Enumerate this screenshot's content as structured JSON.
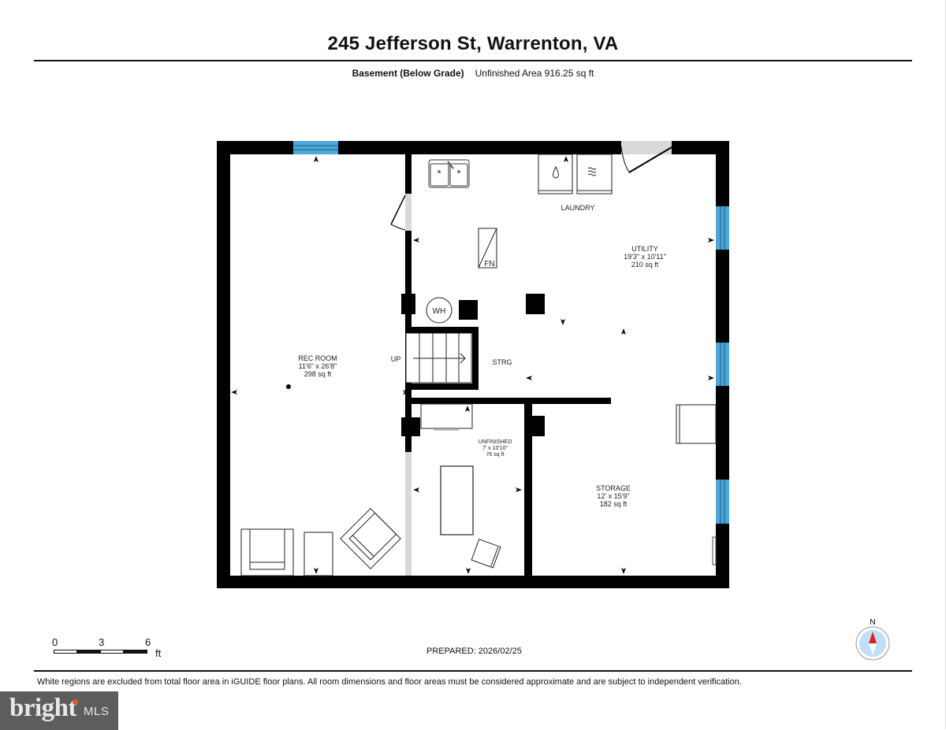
{
  "header": {
    "title": "245 Jefferson St, Warrenton, VA",
    "level": "Basement (Below Grade)",
    "area_summary": "Unfinished Area 916.25 sq ft"
  },
  "rooms": [
    {
      "name": "REC ROOM",
      "dims": "11'6\" x 26'8\"",
      "area": "298 sq ft"
    },
    {
      "name": "UTILITY",
      "dims": "19'3\" x 10'11\"",
      "area": "210 sq ft"
    },
    {
      "name": "UNFINISHED",
      "dims": "7' x 10'10\"",
      "area": "76 sq ft"
    },
    {
      "name": "STORAGE",
      "dims": "12' x 15'9\"",
      "area": "182 sq ft"
    }
  ],
  "labels": {
    "laundry": "LAUNDRY",
    "strg": "STRG",
    "up": "UP",
    "water_heater": "WH",
    "furnace": "FN"
  },
  "scale_bar": {
    "ticks": [
      "0",
      "3",
      "6"
    ],
    "unit": "ft"
  },
  "compass": {
    "label": "N"
  },
  "footer": {
    "prepared": "PREPARED: 2026/02/25",
    "disclaimer": "White regions are excluded from total floor area in iGUIDE floor plans. All room dimensions and floor areas must be considered approximate and are subject to independent verification."
  },
  "brand": {
    "name": "bright",
    "suffix": "MLS"
  },
  "colors": {
    "wall": "#000000",
    "window": "#4aa8dc",
    "door_opening": "#d9d9d9",
    "compass_needle": "#e02020",
    "compass_fill": "#bfe0f5",
    "brand_bg": "#5d5d5d"
  }
}
